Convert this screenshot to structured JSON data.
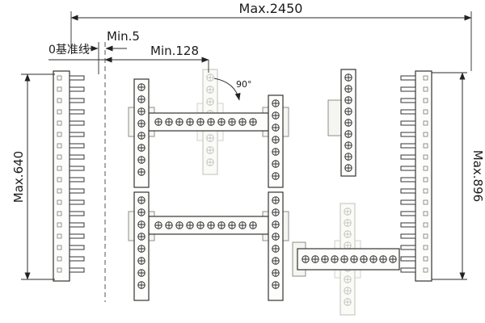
{
  "labels": {
    "max_width": "Max.2450",
    "min_gap": "Min.5",
    "min_offset": "Min.128",
    "datum_line": "0基准线",
    "max_height_left": "Max.640",
    "max_height_right": "Max.896",
    "rotation_angle": "90°"
  },
  "colors": {
    "line": "#2b2b2b",
    "ghost": "#c6c6c0",
    "background": "#ffffff"
  }
}
